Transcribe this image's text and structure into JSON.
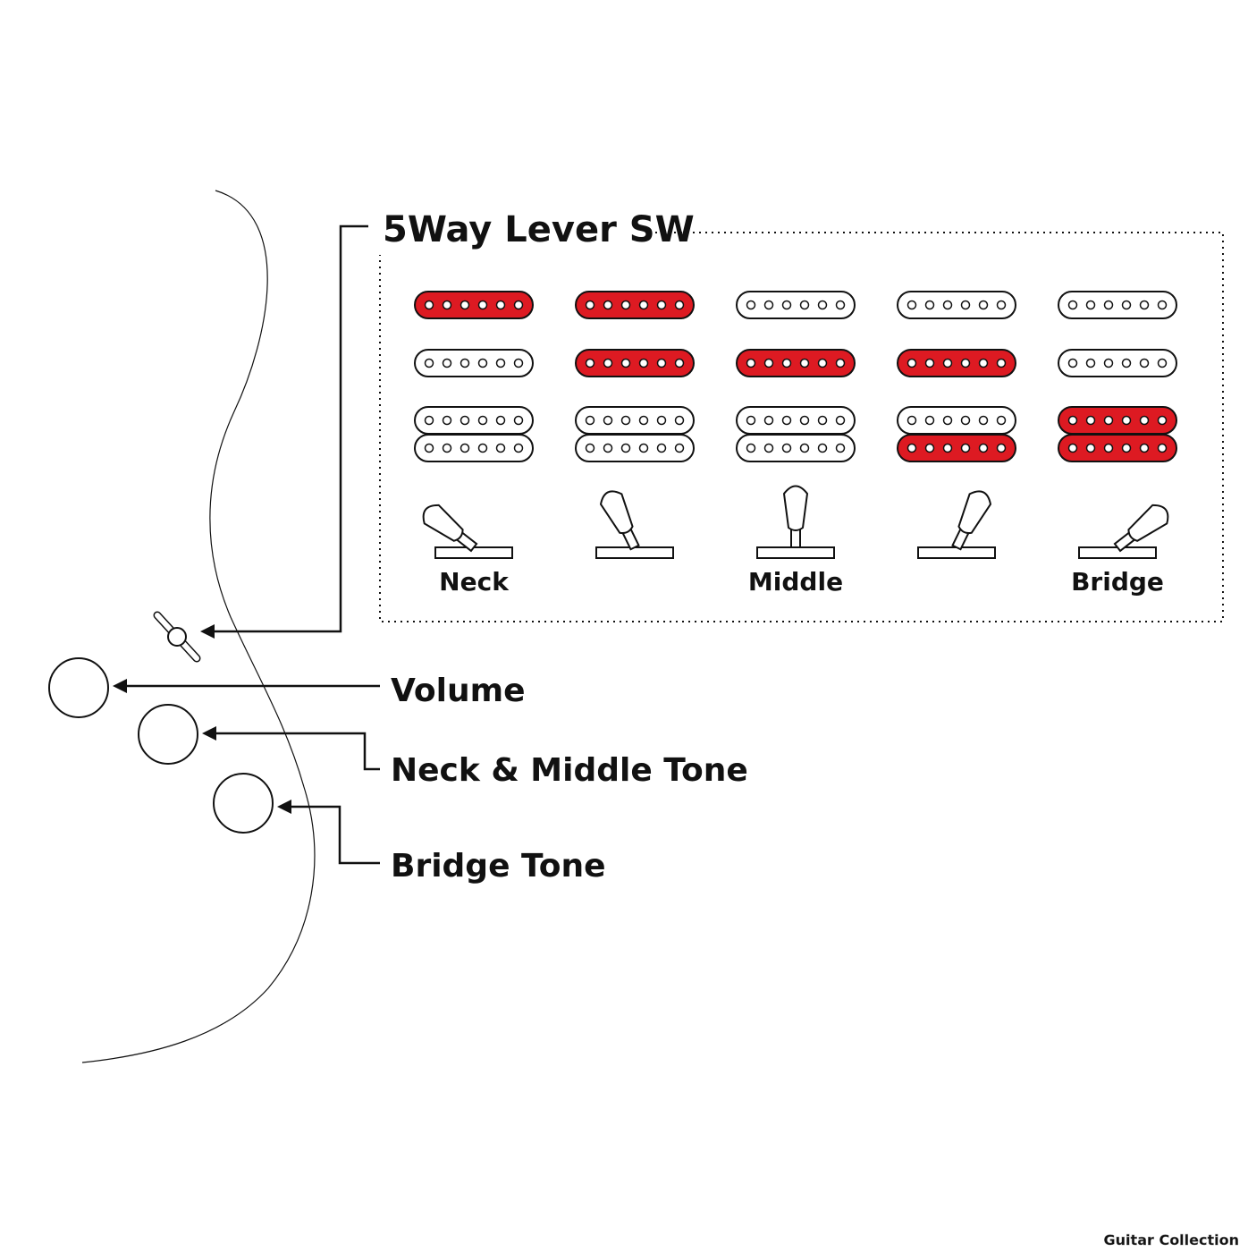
{
  "title": "5Way Lever SW",
  "colors": {
    "active": "#dd1a22",
    "inactive": "#ffffff",
    "line": "#111111",
    "watermark": "#c8c8c8"
  },
  "positions": [
    {
      "label": "Neck",
      "neck": true,
      "middle": false,
      "bridge_top": false,
      "bridge_bottom": false,
      "lever": -2
    },
    {
      "label": "",
      "neck": true,
      "middle": true,
      "bridge_top": false,
      "bridge_bottom": false,
      "lever": -1
    },
    {
      "label": "Middle",
      "neck": false,
      "middle": true,
      "bridge_top": false,
      "bridge_bottom": false,
      "lever": 0
    },
    {
      "label": "",
      "neck": false,
      "middle": true,
      "bridge_top": false,
      "bridge_bottom": true,
      "lever": 1
    },
    {
      "label": "Bridge",
      "neck": false,
      "middle": false,
      "bridge_top": true,
      "bridge_bottom": true,
      "lever": 2
    }
  ],
  "controls": {
    "volume": "Volume",
    "neck_middle_tone": "Neck & Middle Tone",
    "bridge_tone": "Bridge Tone"
  },
  "watermark": "Guitar Collection"
}
